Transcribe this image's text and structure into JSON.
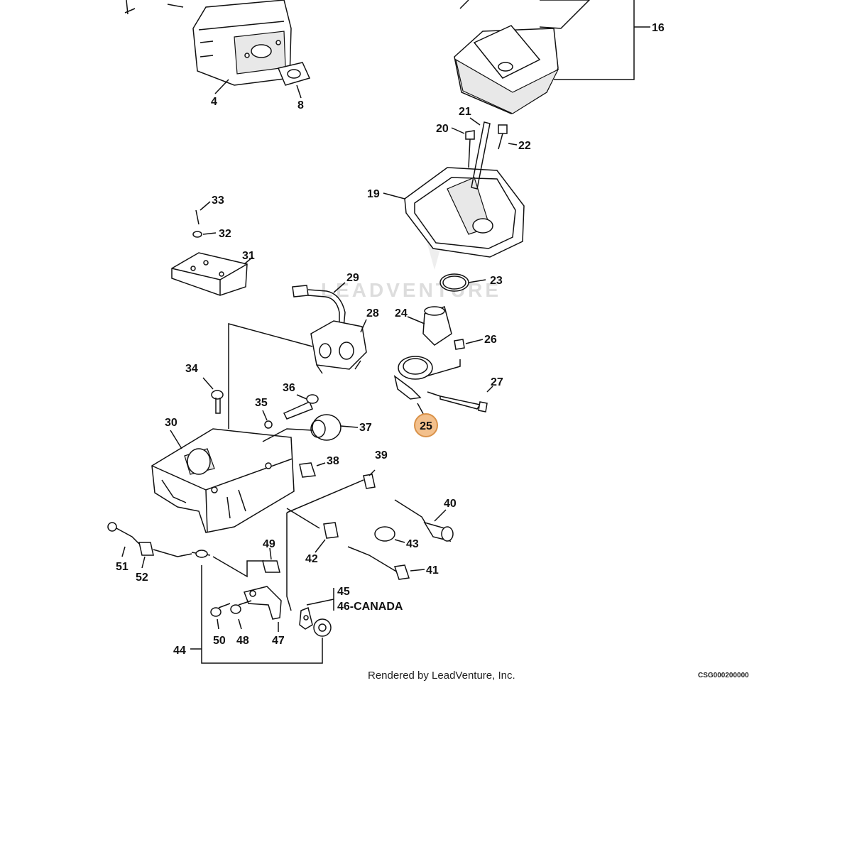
{
  "diagram": {
    "watermark": "LEADVENTURE",
    "footer_rendered": "Rendered by LeadVenture, Inc.",
    "footer_code": "CSG000200000",
    "canada_suffix": "-CANADA",
    "highlighted": "25",
    "callouts": {
      "p4": "4",
      "p8": "8",
      "p16": "16",
      "p19": "19",
      "p20": "20",
      "p21": "21",
      "p22": "22",
      "p23": "23",
      "p24": "24",
      "p25": "25",
      "p26": "26",
      "p27": "27",
      "p28": "28",
      "p29": "29",
      "p30": "30",
      "p31": "31",
      "p32": "32",
      "p33": "33",
      "p34": "34",
      "p35": "35",
      "p36": "36",
      "p37": "37",
      "p38": "38",
      "p39": "39",
      "p40": "40",
      "p41": "41",
      "p42": "42",
      "p43": "43",
      "p44": "44",
      "p45": "45",
      "p46": "46",
      "p47": "47",
      "p48": "48",
      "p49": "49",
      "p50": "50",
      "p51": "51",
      "p52": "52"
    },
    "colors": {
      "highlight_fill": "#f3c08c",
      "highlight_stroke": "#d9924a",
      "line": "#111111"
    }
  }
}
